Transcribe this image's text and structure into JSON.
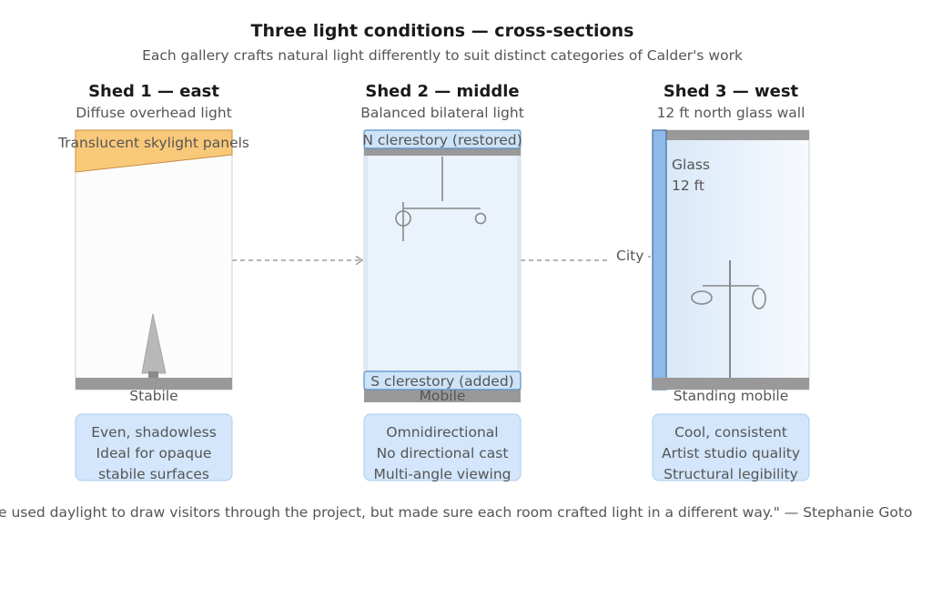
{
  "title": "Three light conditions — cross-sections",
  "subtitle": "Each gallery crafts natural light differently to suit distinct categories of Calder's work",
  "sheds": [
    {
      "heading": "Shed 1 — east",
      "subheading": "Diffuse overhead light",
      "feature_label": "Translucent skylight panels",
      "object_label": "Stabile",
      "notes": [
        "Even, shadowless",
        "Ideal for opaque",
        "stabile surfaces"
      ]
    },
    {
      "heading": "Shed 2 — middle",
      "subheading": "Balanced bilateral light",
      "top_label": "N clerestory (restored)",
      "bottom_label": "S clerestory (added)",
      "object_label": "Mobile",
      "notes": [
        "Omnidirectional",
        "No directional cast",
        "Multi-angle viewing"
      ]
    },
    {
      "heading": "Shed 3 — west",
      "subheading": "12 ft north glass wall",
      "glass_label": [
        "Glass",
        "12 ft"
      ],
      "object_label": "Standing mobile",
      "notes": [
        "Cool, consistent",
        "Artist studio quality",
        "Structural legibility"
      ]
    }
  ],
  "city_label": "City",
  "quote": "We used daylight to draw visitors through the project, but made sure each room crafted light in a different way.\" — Stephanie Goto",
  "colors": {
    "skylight": "#f9c97a",
    "clerestory": "#cde3f7",
    "glass": "#8fb9e6",
    "note_box": "#d3e6fb",
    "floor": "#999999"
  }
}
